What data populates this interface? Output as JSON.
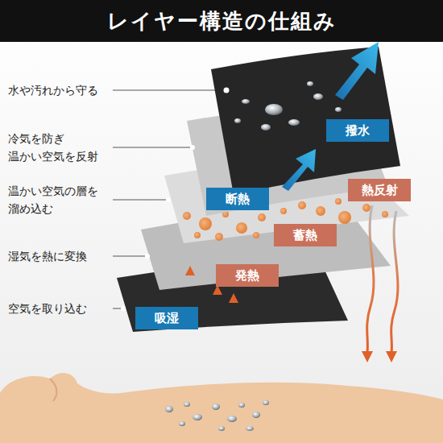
{
  "diagram": {
    "title": "レイヤー構造の仕組み",
    "nodes": [
      {
        "text": [
          "撥水"
        ]
      },
      {
        "text": [
          "断熱"
        ]
      },
      {
        "text": [
          "熱反射"
        ]
      },
      {
        "text": [
          "蓄熱"
        ]
      },
      {
        "text": [
          "発熱"
        ]
      },
      {
        "text": [
          "吸湿"
        ]
      }
    ],
    "labels": [
      "水や汚れから守る",
      "冷気を防ぎ 温かい空気を反射",
      "温かい空気の層を 溜め込む",
      "湿気を熱に変換",
      "空気を取り込む"
    ]
  }
}
